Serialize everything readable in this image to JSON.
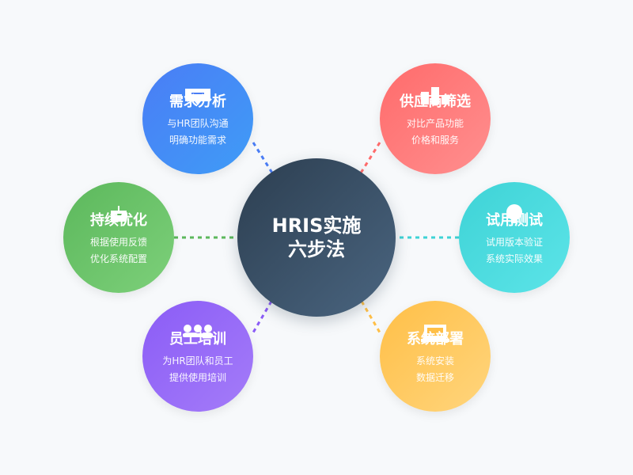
{
  "center": {
    "title": "HRIS实施六步法"
  },
  "steps": [
    {
      "title": "需求分析",
      "desc": "与HR团队沟通\n明确功能需求",
      "icon": "chat-bubble-icon",
      "color": "#4a7df5"
    },
    {
      "title": "供应商筛选",
      "desc": "对比产品功能\n价格和服务",
      "icon": "bar-chart-icon",
      "color": "#ff6b6b"
    },
    {
      "title": "试用测试",
      "desc": "试用版本验证\n系统实际效果",
      "icon": "lightbulb-icon",
      "color": "#3ed3d6"
    },
    {
      "title": "系统部署",
      "desc": "系统安装\n数据迁移",
      "icon": "monitor-icon",
      "color": "#ffbf47"
    },
    {
      "title": "员工培训",
      "desc": "为HR团队和员工\n提供使用培训",
      "icon": "people-group-icon",
      "color": "#8b5cf6"
    },
    {
      "title": "持续优化",
      "desc": "根据使用反馈\n优化系统配置",
      "icon": "tools-icon",
      "color": "#5cb85c"
    }
  ]
}
